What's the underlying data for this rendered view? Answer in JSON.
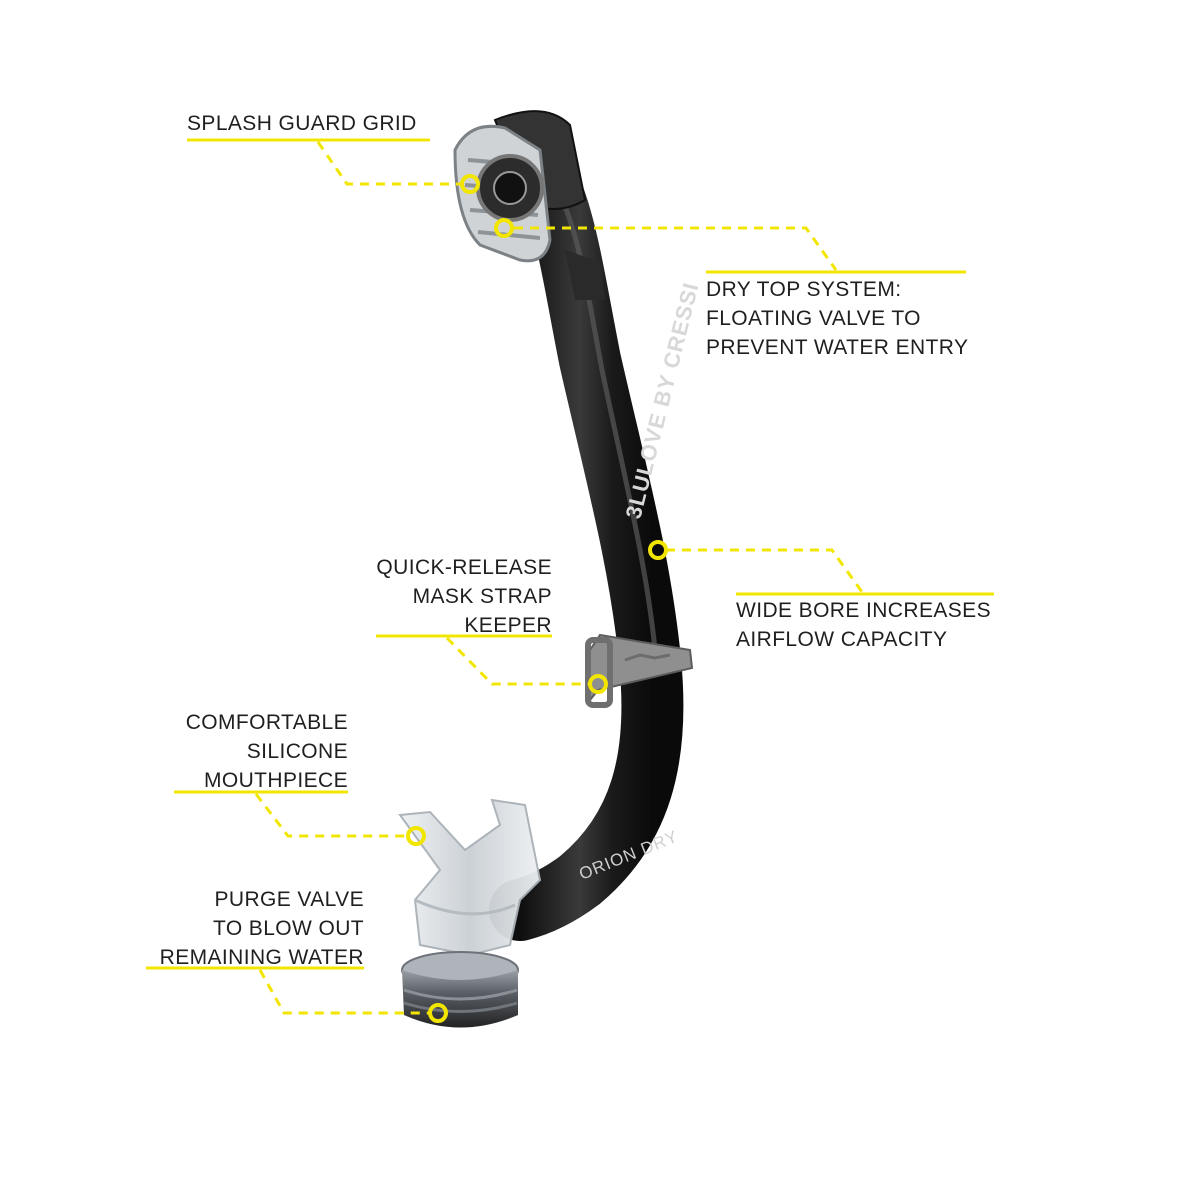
{
  "colors": {
    "accent": "#f2e600",
    "tube": "#1c1c1c",
    "tube_highlight": "#4a4a4a",
    "clip": "#8c8c8c",
    "silicone": "#dfe3e6",
    "text": "#1f1f1f"
  },
  "product": {
    "brand_text": "3LULOVE BY CRESSI",
    "model_text": "ORION DRY"
  },
  "callouts": {
    "splash_guard": {
      "line1": "SPLASH GUARD GRID"
    },
    "dry_top": {
      "line1": "DRY TOP SYSTEM:",
      "line2": "FLOATING VALVE TO",
      "line3": "PREVENT WATER ENTRY"
    },
    "mask_strap": {
      "line1": "QUICK-RELEASE",
      "line2": "MASK STRAP",
      "line3": "KEEPER"
    },
    "wide_bore": {
      "line1": "WIDE BORE INCREASES",
      "line2": "AIRFLOW CAPACITY"
    },
    "mouthpiece": {
      "line1": "COMFORTABLE",
      "line2": "SILICONE",
      "line3": "MOUTHPIECE"
    },
    "purge_valve": {
      "line1": "PURGE VALVE",
      "line2": "TO BLOW OUT",
      "line3": "REMAINING WATER"
    }
  }
}
